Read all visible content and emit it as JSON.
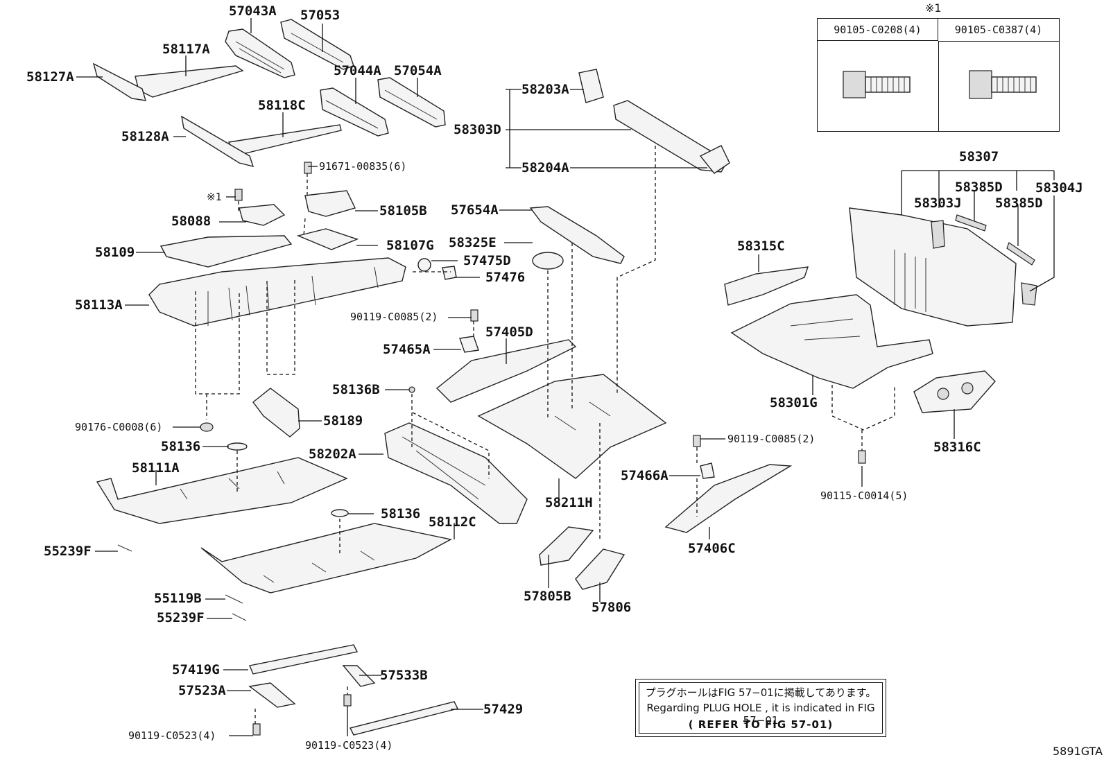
{
  "table": {
    "mark": "※1",
    "col1": "90105-C0208(4)",
    "col2": "90105-C0387(4)"
  },
  "note": {
    "jp": "プラグホールはFIG 57−01に掲載してあります。",
    "en": "Regarding PLUG HOLE , it is indicated in FIG 57−01",
    "ref": "( REFER TO FIG 57-01)"
  },
  "drawing_id": "5891GTA",
  "labels": {
    "p57043A": "57043A",
    "p57053": "57053",
    "p58117A": "58117A",
    "p58127A": "58127A",
    "p57044A": "57044A",
    "p57054A": "57054A",
    "p58118C": "58118C",
    "p58128A": "58128A",
    "p91671": "91671-00835(6)",
    "pMark1": "※1",
    "p58105B": "58105B",
    "p58088": "58088",
    "p58107G": "58107G",
    "p58109": "58109",
    "p57475D": "57475D",
    "p57476": "57476",
    "p58113A": "58113A",
    "p90119a": "90119-C0085(2)",
    "p57465A": "57465A",
    "p57405D": "57405D",
    "p58136B": "58136B",
    "p58189": "58189",
    "p90176": "90176-C0008(6)",
    "p58136a": "58136",
    "p58202A": "58202A",
    "p58111A": "58111A",
    "p58136b": "58136",
    "p58112C": "58112C",
    "p58211H": "58211H",
    "p55239Fa": "55239F",
    "p55119B": "55119B",
    "p55239Fb": "55239F",
    "p57805B": "57805B",
    "p57806": "57806",
    "p57419G": "57419G",
    "p57533B": "57533B",
    "p57523A": "57523A",
    "p57429": "57429",
    "p90119c": "90119-C0523(4)",
    "p90119d": "90119-C0523(4)",
    "p58203A": "58203A",
    "p58303D": "58303D",
    "p58204A": "58204A",
    "p57654A": "57654A",
    "p58325E": "58325E",
    "p58307": "58307",
    "p58385Da": "58385D",
    "p58304J": "58304J",
    "p58303J": "58303J",
    "p58385Db": "58385D",
    "p58315C": "58315C",
    "p58301G": "58301G",
    "p58316C": "58316C",
    "p90119b": "90119-C0085(2)",
    "p57466A": "57466A",
    "p90115": "90115-C0014(5)",
    "p57406C": "57406C"
  }
}
